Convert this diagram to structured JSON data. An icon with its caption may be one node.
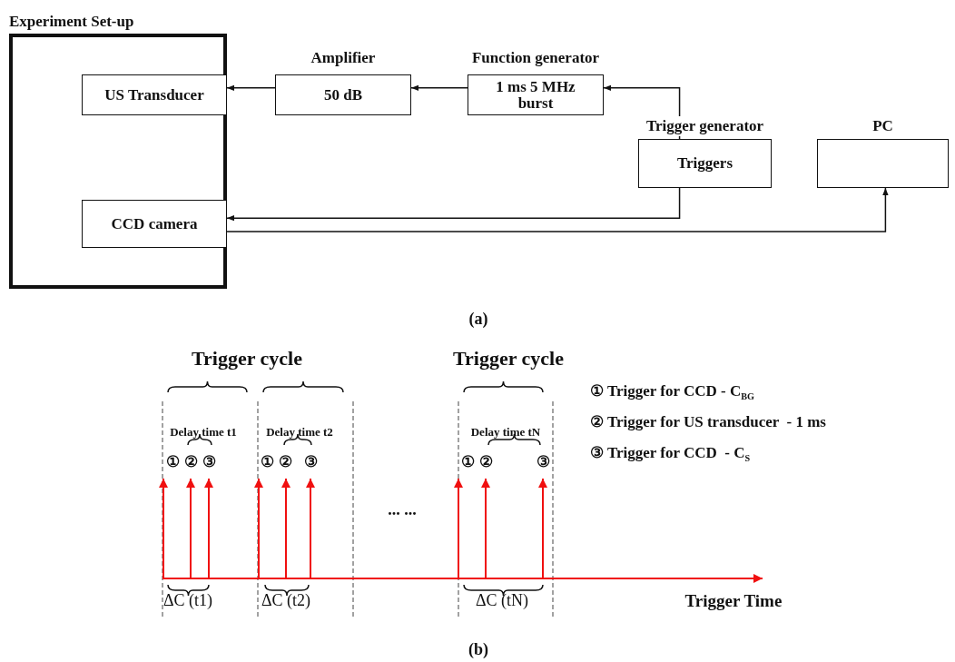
{
  "diagram": {
    "nodes": [
      {
        "text": [
          "Experiment Set-up"
        ]
      },
      {
        "text": [
          "US Transducer"
        ],
        "in": 0
      },
      {
        "text": [
          "CCD camera"
        ],
        "in": 0
      },
      {
        "text": [
          "Amplifier",
          "50 dB"
        ]
      },
      {
        "text": [
          "Function generator",
          "1 ms 5 MHz burst"
        ]
      },
      {
        "text": [
          "Trigger generator",
          "Triggers"
        ]
      },
      {
        "text": [
          "PC"
        ]
      }
    ],
    "edges": [
      {
        "from": 3,
        "to": 1,
        "arrow": "to"
      },
      {
        "from": 4,
        "to": 3,
        "arrow": "to"
      },
      {
        "from": 5,
        "to": 4,
        "arrow": "to"
      },
      {
        "from": 5,
        "to": 2,
        "arrow": "to"
      },
      {
        "from": 2,
        "to": 6,
        "arrow": "to"
      }
    ],
    "labels": [
      "(a)",
      "Trigger cycle",
      "Trigger cycle",
      "① Trigger for CCD - C$_{BG}$",
      "Delay time t1",
      "Delay time t2",
      "Delay time tN",
      "② Trigger for US transducer  - 1 ms",
      "①",
      "②",
      "③",
      "①",
      "②",
      "③",
      "①",
      "②",
      "③",
      "③ Trigger for CCD  - C$_{S}$",
      "... ...",
      "ΔC (t1)",
      "ΔC (t2)",
      "ΔC (tN)",
      "Trigger Time",
      "(b)"
    ]
  }
}
